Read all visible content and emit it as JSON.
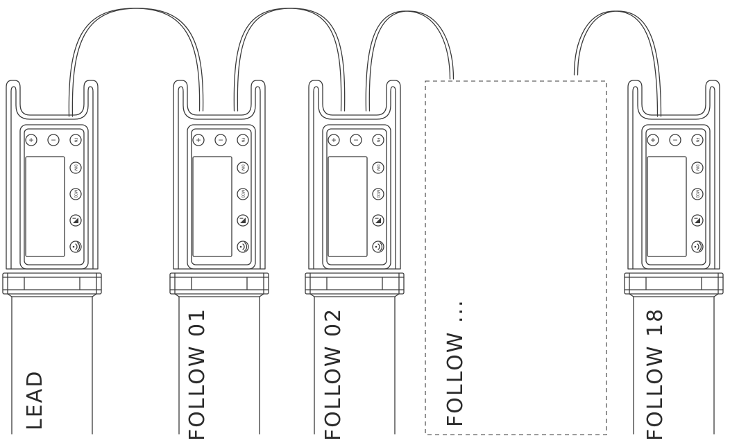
{
  "button_labels": {
    "plus": "+",
    "minus": "−",
    "fn": "FN",
    "dim": "DIM",
    "mod": "MOD"
  },
  "icons": {
    "fx": "fx-mode-icon",
    "wireless": "wireless-icon"
  },
  "units": [
    {
      "label": "LEAD"
    },
    {
      "label": "FOLLOW 01"
    },
    {
      "label": "FOLLOW 02"
    },
    {
      "label": "FOLLOW ...",
      "placeholder": true
    },
    {
      "label": "FOLLOW 18"
    }
  ],
  "colors": {
    "stroke": "#3a3a3a",
    "text": "#2b2b2b",
    "background": "#ffffff"
  }
}
